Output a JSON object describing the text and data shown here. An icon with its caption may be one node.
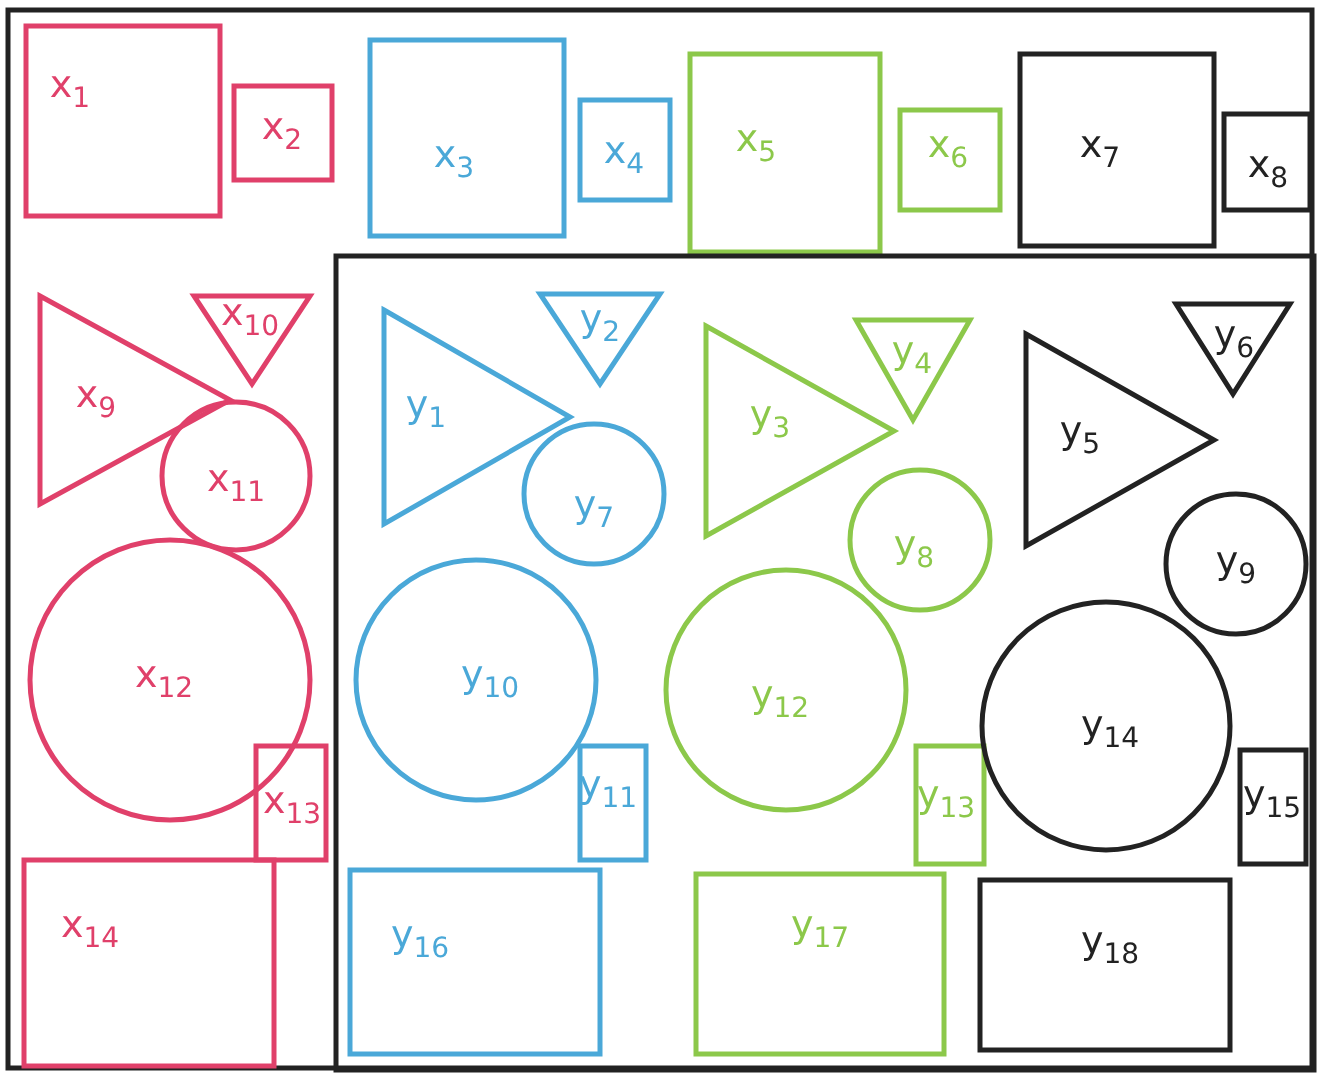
{
  "diagram": {
    "nodes": [
      {
        "text": [
          "x$_{1}$"
        ]
      },
      {
        "text": [
          "x$_{2}$"
        ]
      },
      {
        "text": [
          "x$_{3}$"
        ]
      },
      {
        "text": [
          "x$_{4}$"
        ]
      },
      {
        "text": [
          "x$_{5}$"
        ]
      },
      {
        "text": [
          "x$_{6}$"
        ]
      },
      {
        "text": [
          "x$_{7}$"
        ]
      },
      {
        "text": [
          "x$_{8}$"
        ]
      },
      {
        "text": [
          "x$_{9}$"
        ]
      },
      {
        "text": [
          "x$_{10}$"
        ]
      },
      {
        "text": [
          "x$_{11}$"
        ]
      },
      {
        "text": [
          "x$_{12}$"
        ]
      },
      {
        "text": [
          "x$_{13}$"
        ]
      },
      {
        "text": [
          "x$_{14}$"
        ]
      },
      {
        "text": [],
        "shape": "box"
      },
      {
        "text": [
          "y$_{1}$"
        ],
        "in": 14
      },
      {
        "text": [
          "y$_{2}$"
        ],
        "in": 14
      },
      {
        "text": [
          "y$_{3}$"
        ],
        "in": 14
      },
      {
        "text": [
          "y$_{4}$"
        ],
        "in": 14
      },
      {
        "text": [
          "y$_{5}$"
        ],
        "in": 14
      },
      {
        "text": [
          "y$_{6}$"
        ],
        "in": 14
      },
      {
        "text": [
          "y$_{7}$"
        ],
        "in": 14
      },
      {
        "text": [
          "y$_{8}$"
        ],
        "in": 14
      },
      {
        "text": [
          "y$_{9}$"
        ],
        "in": 14
      },
      {
        "text": [
          "y$_{10}$"
        ],
        "in": 14
      },
      {
        "text": [
          "y$_{11}$"
        ],
        "in": 14
      },
      {
        "text": [
          "y$_{12}$"
        ],
        "in": 14
      },
      {
        "text": [
          "y$_{13}$"
        ],
        "in": 14
      },
      {
        "text": [
          "y$_{14}$"
        ],
        "in": 14
      },
      {
        "text": [
          "y$_{15}$"
        ],
        "in": 14
      },
      {
        "text": [
          "y$_{16}$"
        ],
        "in": 14
      },
      {
        "text": [
          "y$_{17}$"
        ],
        "in": 14
      },
      {
        "text": [
          "y$_{18}$"
        ],
        "in": 14
      }
    ]
  }
}
